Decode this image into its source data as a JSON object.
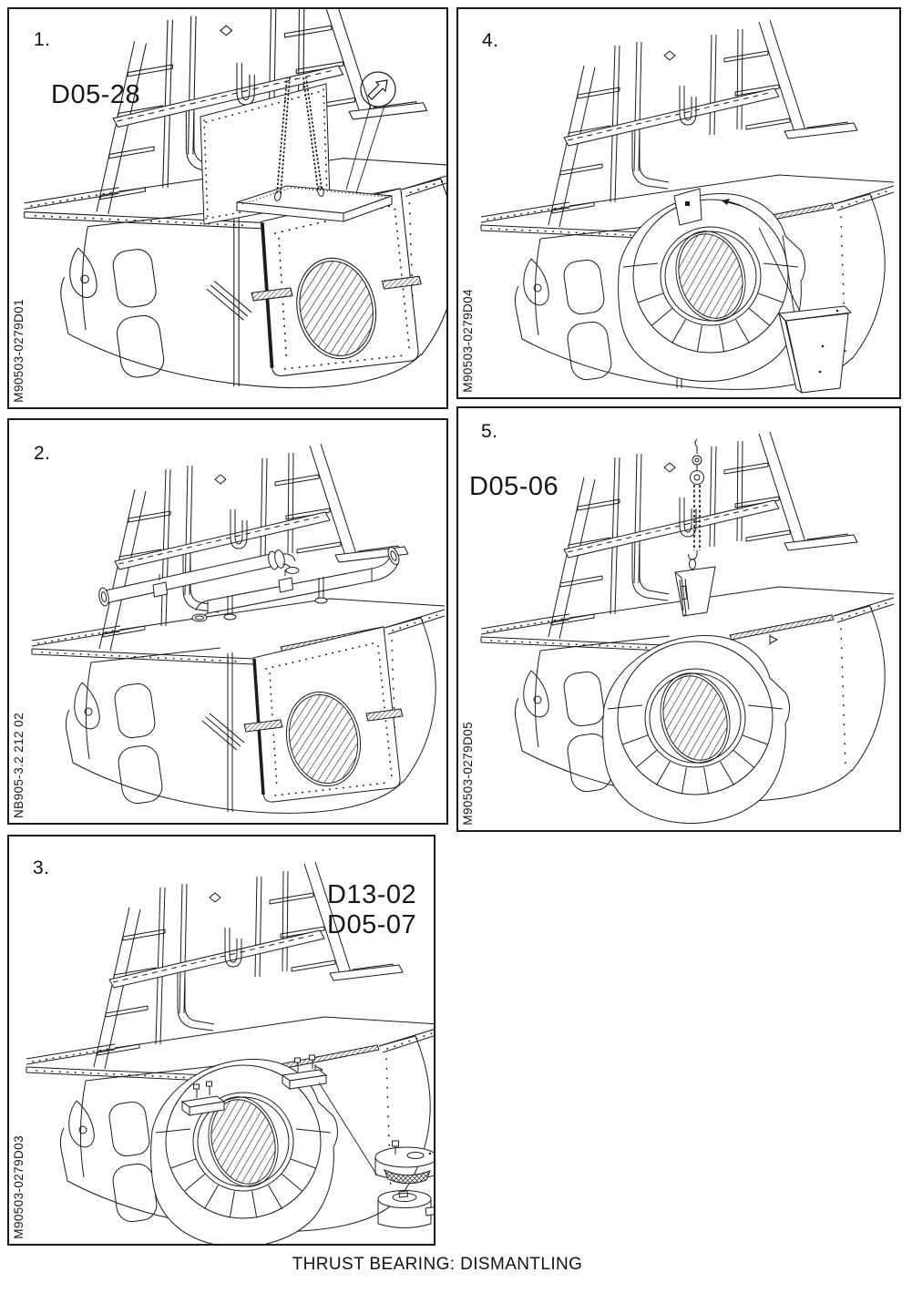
{
  "caption": "THRUST BEARING: DISMANTLING",
  "panels": {
    "p1": {
      "step": "1.",
      "ref": "D05-28",
      "code": "M90503-0279D01"
    },
    "p2": {
      "step": "2.",
      "code": "NB905-3.2 212 02"
    },
    "p3": {
      "step": "3.",
      "ref1": "D13-02",
      "ref2": "D05-07",
      "code": "M90503-0279D03"
    },
    "p4": {
      "step": "4.",
      "code": "M90503-0279D04"
    },
    "p5": {
      "step": "5.",
      "ref": "D05-06",
      "code": "M90503-0279D05"
    }
  }
}
